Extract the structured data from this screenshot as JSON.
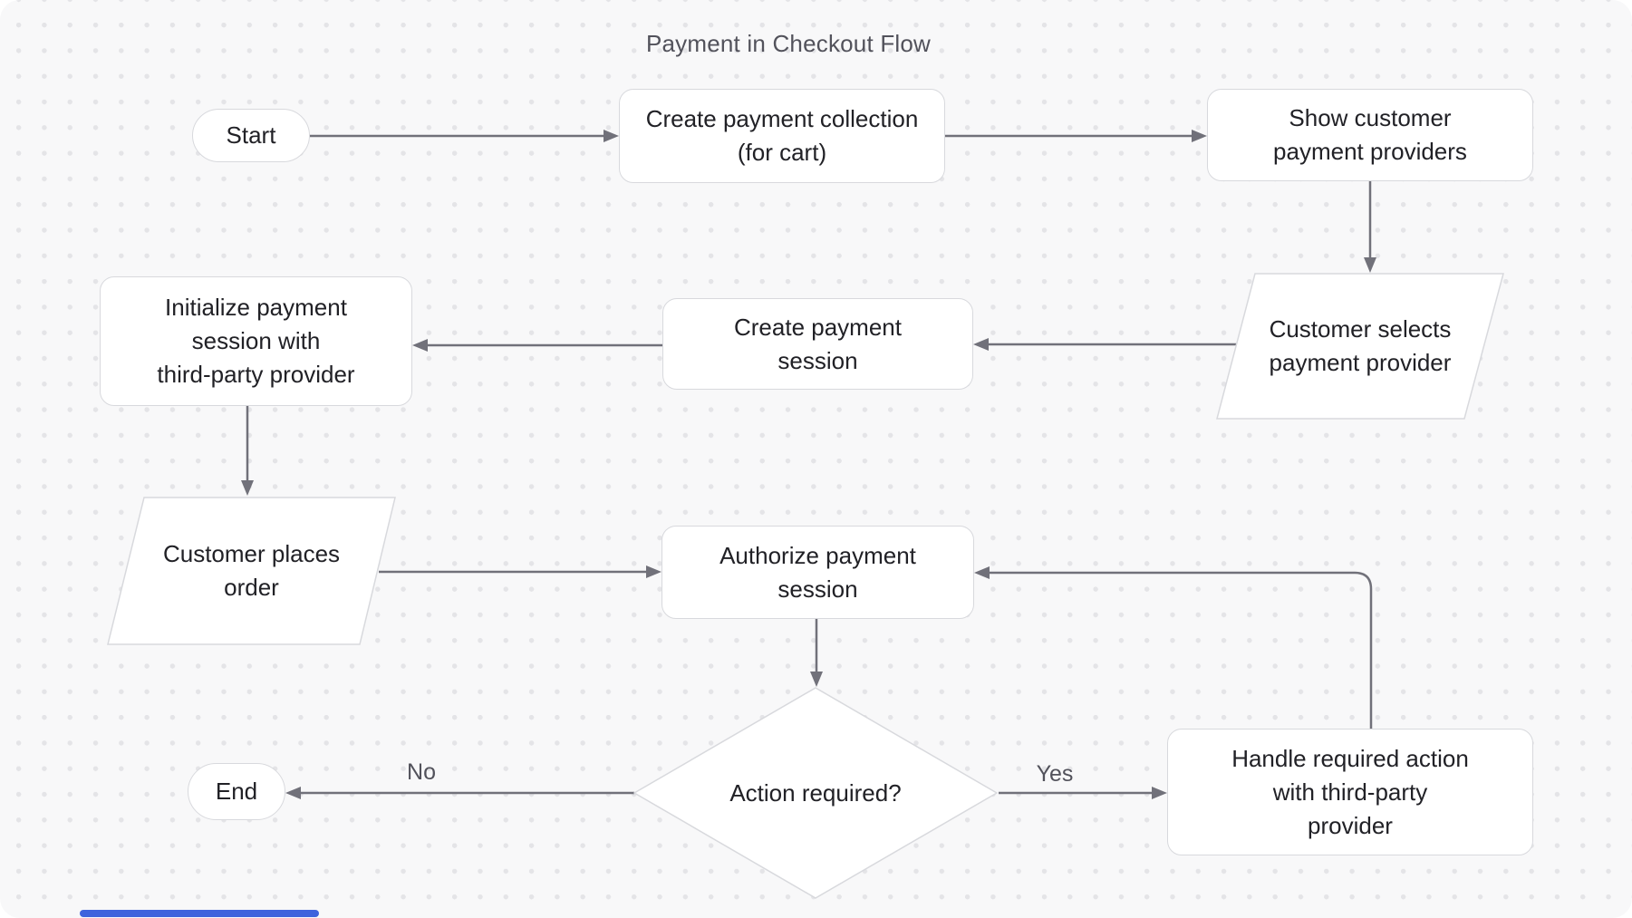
{
  "title": "Payment in Checkout Flow",
  "nodes": {
    "start": {
      "label": "Start"
    },
    "create_collection": {
      "label": "Create payment collection\n(for cart)"
    },
    "show_providers": {
      "label": "Show customer\npayment providers"
    },
    "select_provider": {
      "label": "Customer selects\npayment provider"
    },
    "create_session": {
      "label": "Create payment\nsession"
    },
    "init_session": {
      "label": "Initialize payment\nsession with\nthird-party provider"
    },
    "place_order": {
      "label": "Customer places\norder"
    },
    "authorize": {
      "label": "Authorize payment\nsession"
    },
    "action_required": {
      "label": "Action required?"
    },
    "handle_action": {
      "label": "Handle required action\nwith third-party\nprovider"
    },
    "end": {
      "label": "End"
    }
  },
  "edges": {
    "yes_label": "Yes",
    "no_label": "No"
  },
  "colors": {
    "canvas_background": "#f8f8f9",
    "dot_grid": "#e4e4e7",
    "node_fill": "#ffffff",
    "node_border": "#d8d9dd",
    "edge_stroke": "#71717a",
    "node_text": "#212126",
    "muted_text": "#52525b",
    "scrollbar_thumb": "#3e63dd"
  }
}
